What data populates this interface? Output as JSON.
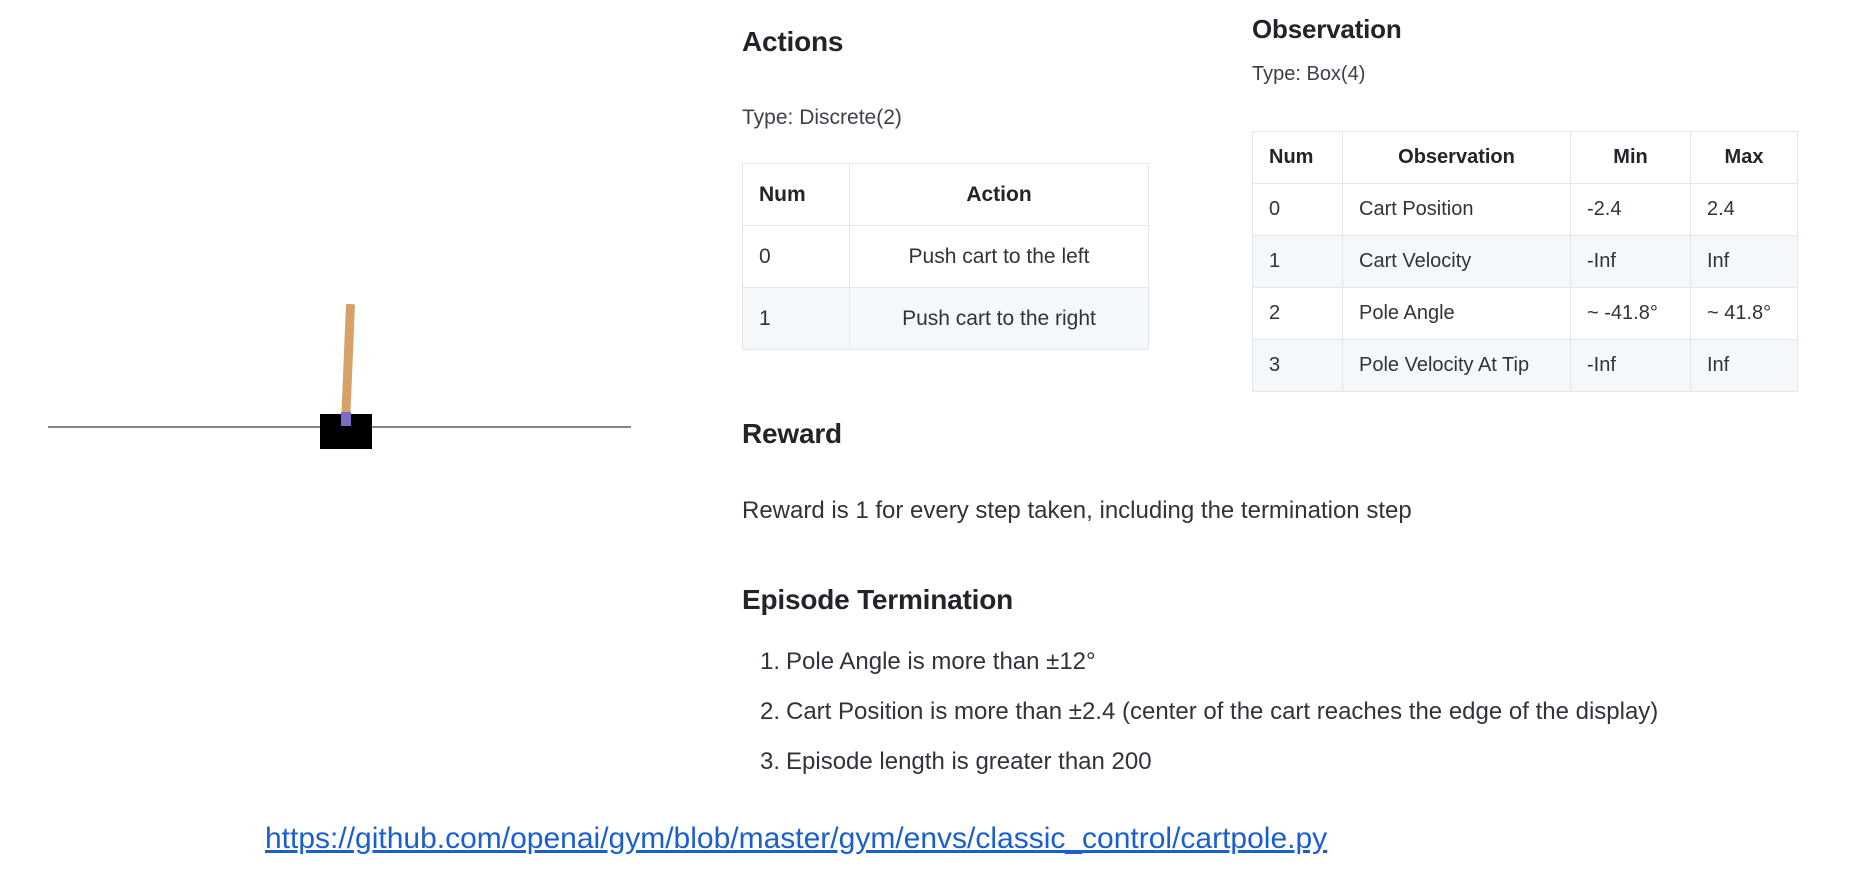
{
  "diagram": {
    "name": "cartpole-environment",
    "cart_color": "#000000",
    "pole_color": "#d7a16a",
    "axle_color": "#7a6bc4",
    "track_color": "#848484"
  },
  "actions": {
    "heading": "Actions",
    "type_label": "Type: Discrete(2)",
    "columns": [
      "Num",
      "Action"
    ],
    "rows": [
      {
        "num": "0",
        "action": "Push cart to the left"
      },
      {
        "num": "1",
        "action": "Push cart to the right"
      }
    ]
  },
  "observation": {
    "heading": "Observation",
    "type_label": "Type: Box(4)",
    "columns": [
      "Num",
      "Observation",
      "Min",
      "Max"
    ],
    "rows": [
      {
        "num": "0",
        "name": "Cart Position",
        "min": "-2.4",
        "max": "2.4"
      },
      {
        "num": "1",
        "name": "Cart Velocity",
        "min": "-Inf",
        "max": "Inf"
      },
      {
        "num": "2",
        "name": "Pole Angle",
        "min": "~ -41.8°",
        "max": "~ 41.8°"
      },
      {
        "num": "3",
        "name": "Pole Velocity At Tip",
        "min": "-Inf",
        "max": "Inf"
      }
    ]
  },
  "reward": {
    "heading": "Reward",
    "text": "Reward is 1 for every step taken, including the termination step"
  },
  "termination": {
    "heading": "Episode Termination",
    "items": [
      {
        "num": "1.",
        "text": "Pole Angle is more than ±12°"
      },
      {
        "num": "2.",
        "text": "Cart Position is more than ±2.4 (center of the cart reaches the edge of the display)"
      },
      {
        "num": "3.",
        "text": "Episode length is greater than 200"
      }
    ]
  },
  "link": {
    "text": "https://github.com/openai/gym/blob/master/gym/envs/classic_control/cartpole.py",
    "color": "#1a5fd0"
  }
}
